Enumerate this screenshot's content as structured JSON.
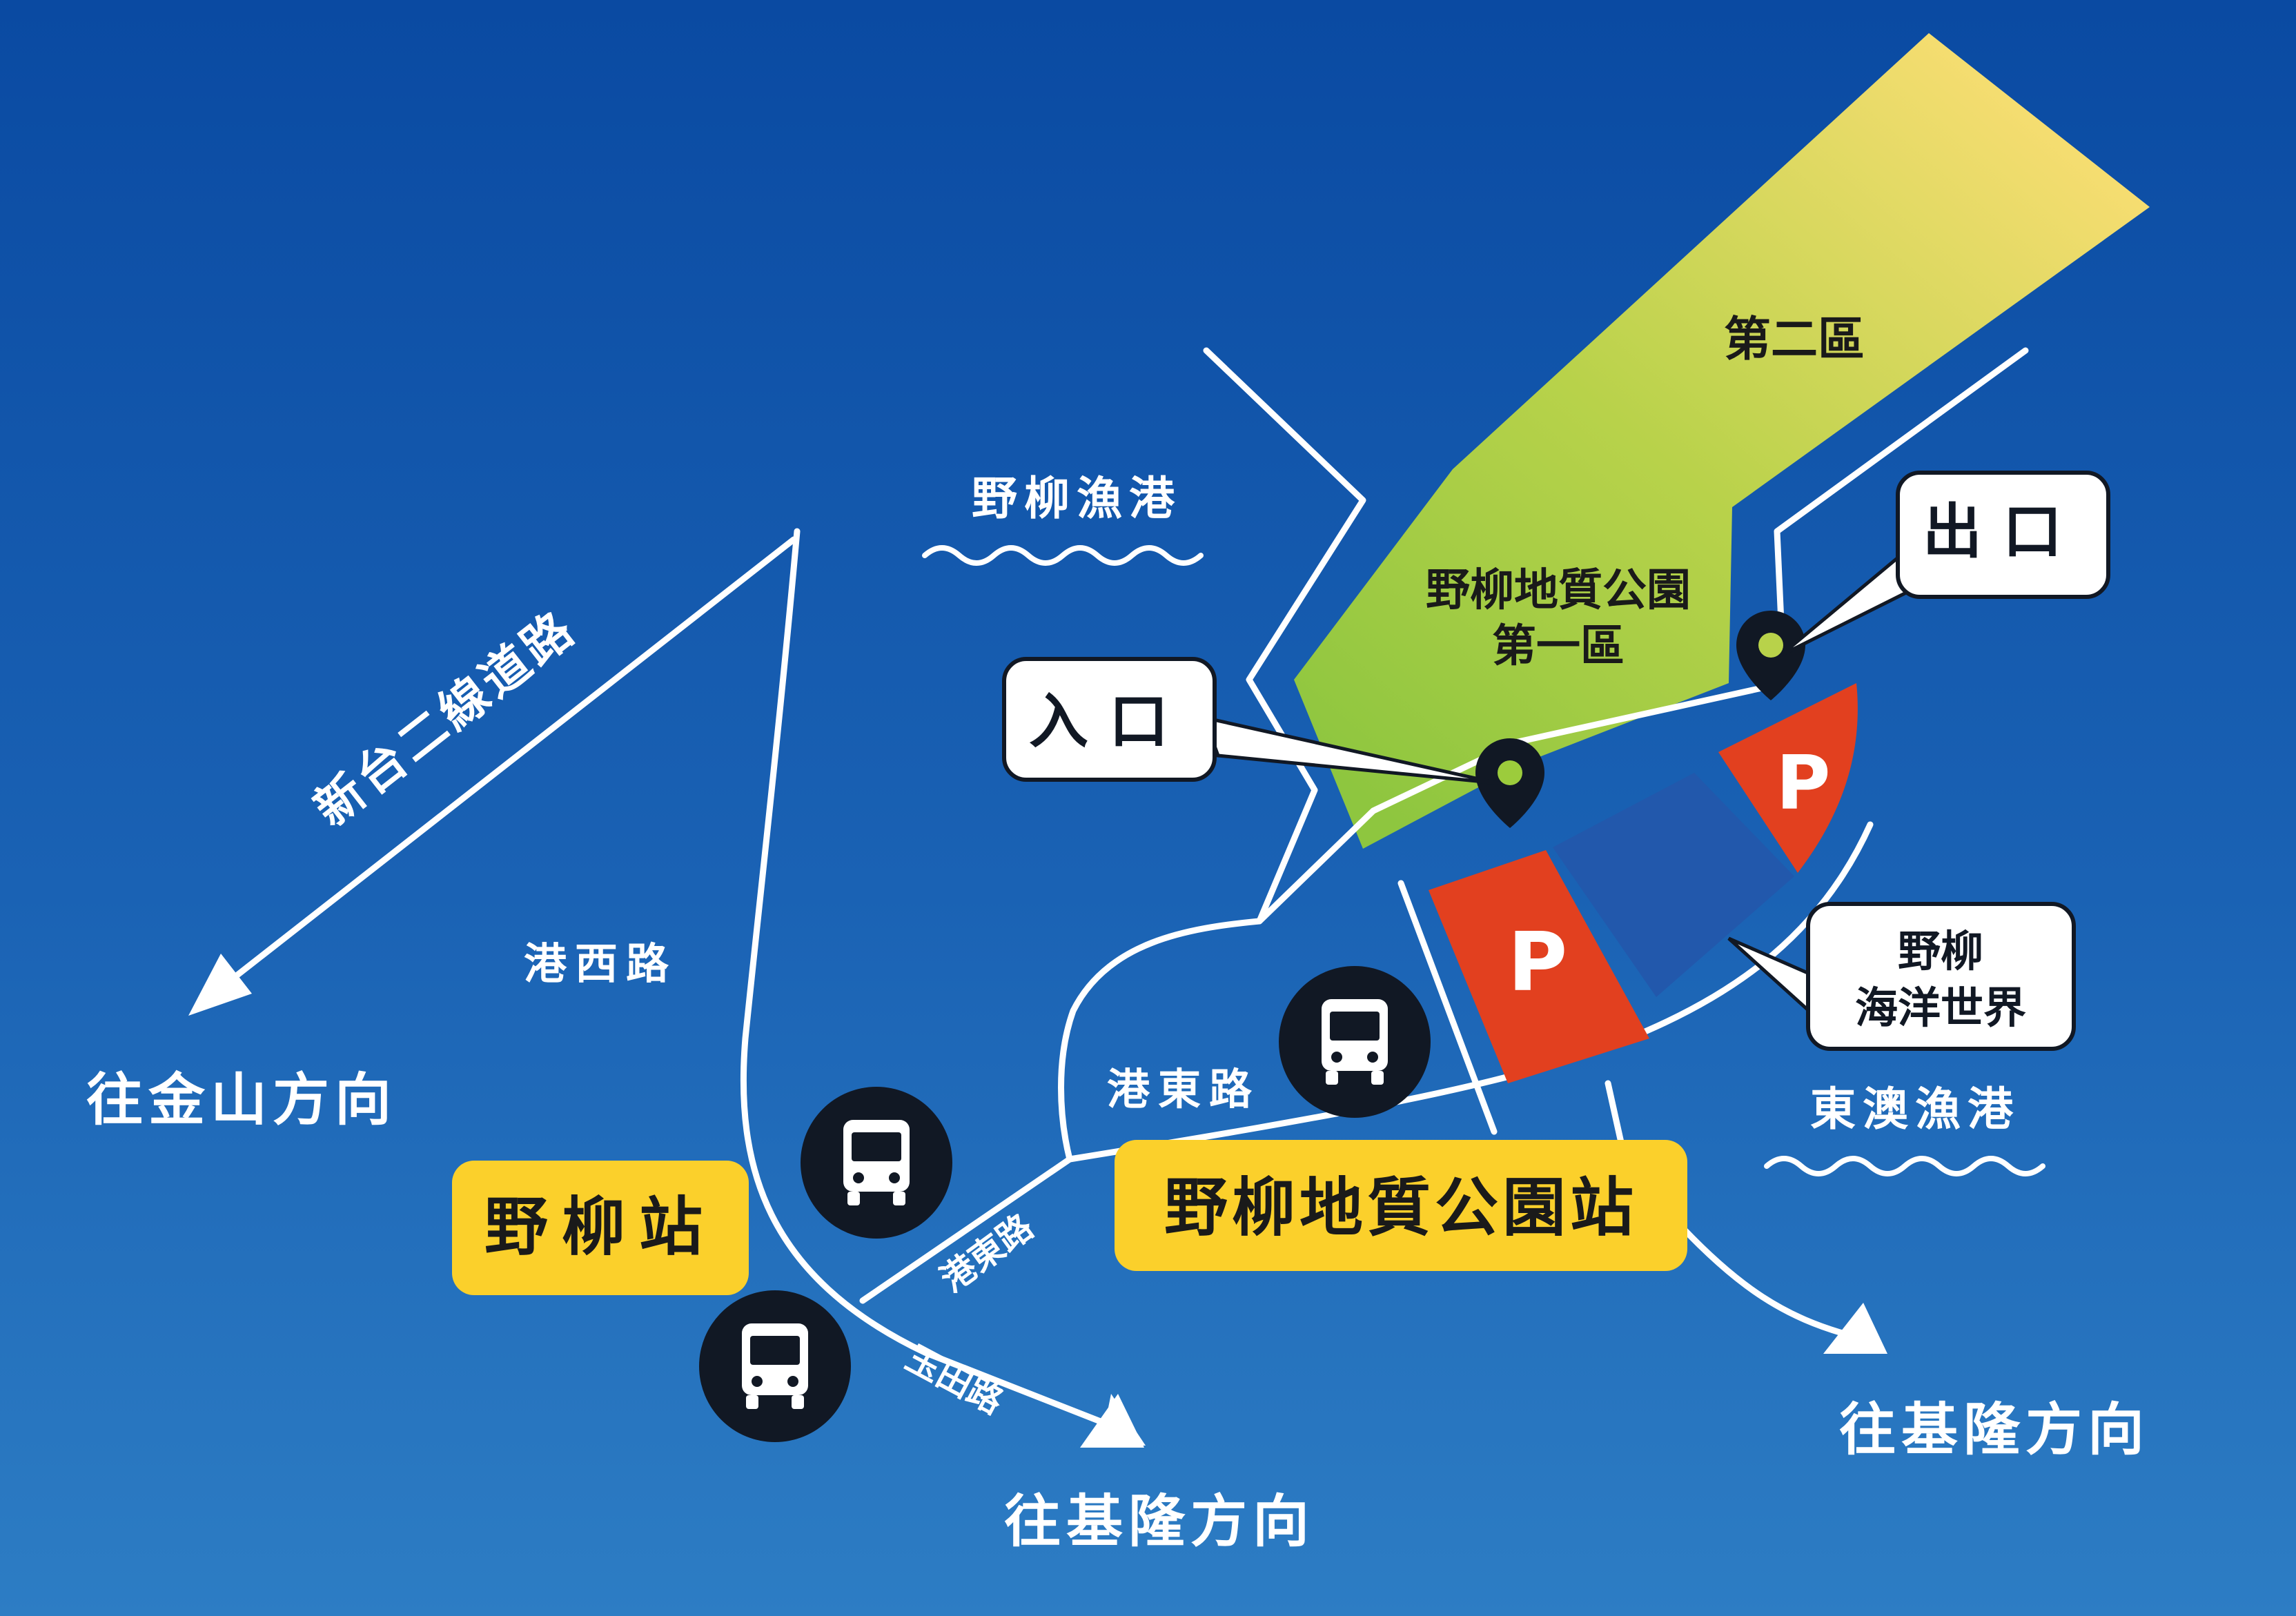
{
  "map": {
    "areas": {
      "zone_two": "第二區",
      "zone_one_line1": "野柳地質公園",
      "zone_one_line2": "第一區"
    },
    "harbors": {
      "yehliu_harbor": "野柳漁港",
      "dongao_harbor": "東澳漁港"
    },
    "callouts": {
      "entrance": "入口",
      "exit": "出口",
      "ocean_world_line1": "野柳",
      "ocean_world_line2": "海洋世界"
    },
    "roads": {
      "new_tai2": "新台二線道路",
      "gangxi": "港西路",
      "gangdong_upper": "港東路",
      "gangdong_lower": "港東路",
      "yutian": "玉田路"
    },
    "directions": {
      "to_jinshan": "往金山方向",
      "to_keelung_left": "往基隆方向",
      "to_keelung_right": "往基隆方向"
    },
    "stations": {
      "yehliu_station": "野柳站",
      "geopark_station": "野柳地質公園站"
    },
    "parking": {
      "lot_a": "P",
      "lot_b": "P"
    },
    "icons": [
      "bus-icon",
      "map-pin-icon",
      "wave-icon",
      "arrow-icon",
      "parking-icon"
    ],
    "colors": {
      "background_top": "#0b4ba3",
      "background_bottom": "#2f7fc6",
      "zone_green": "#9ccc3c",
      "zone_yellow": "#f7d96a",
      "parking_red": "#e2401f",
      "station_yellow": "#fbd02b",
      "bus_circle": "#111824",
      "road_white": "#ffffff"
    }
  }
}
